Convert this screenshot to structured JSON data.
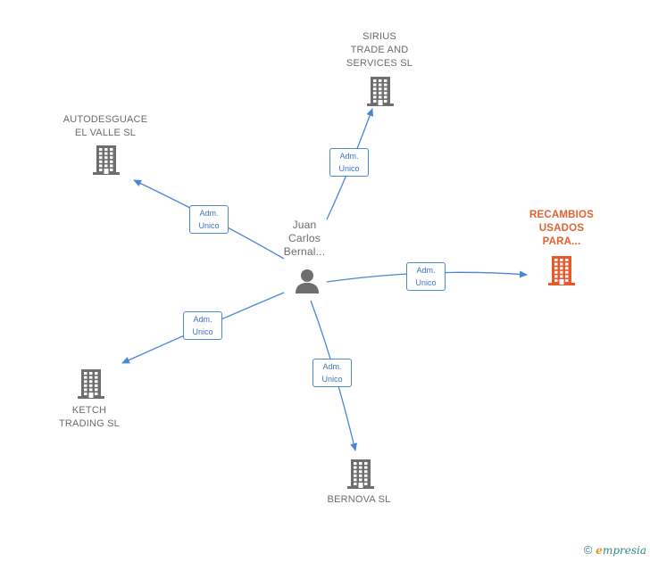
{
  "person": {
    "label": "Juan\nCarlos\nBernal..."
  },
  "companies": [
    {
      "id": "sirius",
      "label": "SIRIUS\nTRADE AND\nSERVICES  SL",
      "highlight": false
    },
    {
      "id": "autodesguace",
      "label": "AUTODESGUACE\nEL VALLE SL",
      "highlight": false
    },
    {
      "id": "recambios",
      "label": "RECAMBIOS\nUSADOS\nPARA...",
      "highlight": true
    },
    {
      "id": "ketch",
      "label": "KETCH\nTRADING  SL",
      "highlight": false
    },
    {
      "id": "bernova",
      "label": "BERNOVA  SL",
      "highlight": false
    }
  ],
  "edges": [
    {
      "to": "sirius",
      "label": "Adm.\nUnico"
    },
    {
      "to": "autodesguace",
      "label": "Adm.\nUnico"
    },
    {
      "to": "recambios",
      "label": "Adm.\nUnico"
    },
    {
      "to": "ketch",
      "label": "Adm.\nUnico"
    },
    {
      "to": "bernova",
      "label": "Adm.\nUnico"
    }
  ],
  "colors": {
    "edge": "#4a86d6",
    "building": "#6e6e6e",
    "building_main": "#e8582a",
    "person": "#6e6e6e"
  },
  "footer": {
    "copyright": "©",
    "brand_first": "e",
    "brand_rest": "mpresia"
  }
}
